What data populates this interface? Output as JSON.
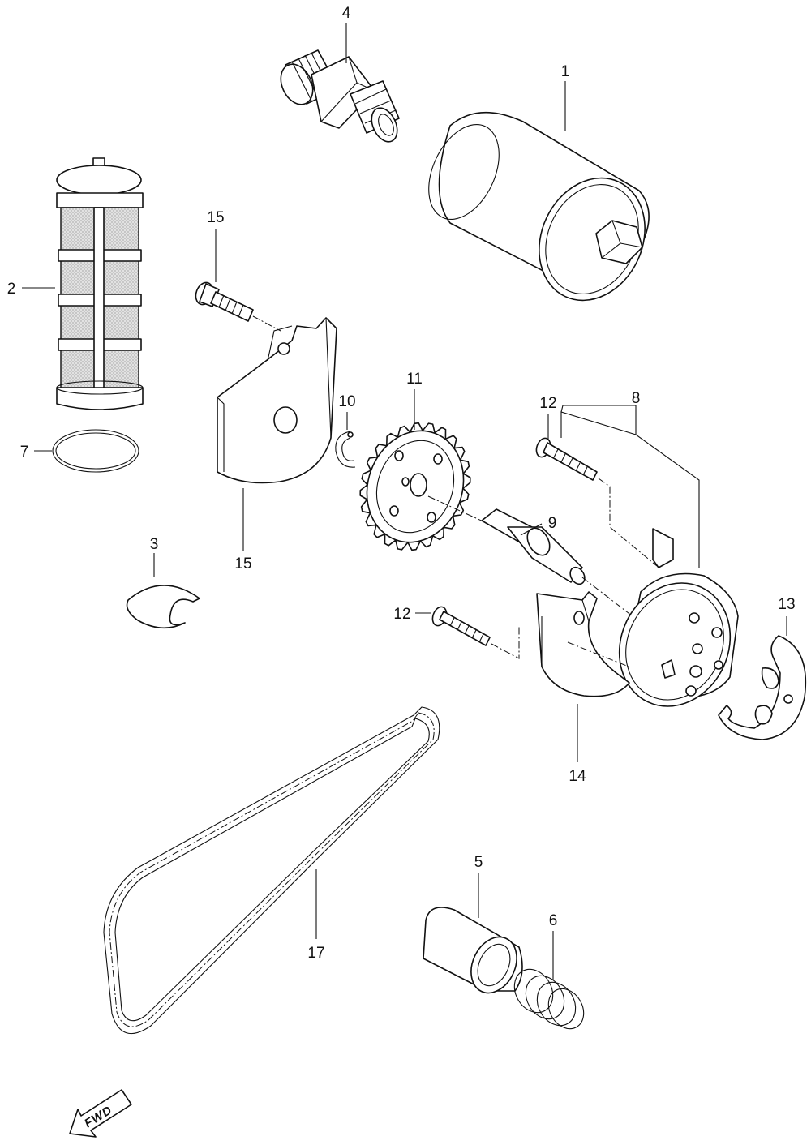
{
  "callouts": [
    {
      "id": "p1",
      "label": "1"
    },
    {
      "id": "p2",
      "label": "2"
    },
    {
      "id": "p3",
      "label": "3"
    },
    {
      "id": "p4",
      "label": "4"
    },
    {
      "id": "p5",
      "label": "5"
    },
    {
      "id": "p6",
      "label": "6"
    },
    {
      "id": "p7",
      "label": "7"
    },
    {
      "id": "p8",
      "label": "8"
    },
    {
      "id": "p9",
      "label": "9"
    },
    {
      "id": "p10",
      "label": "10"
    },
    {
      "id": "p11",
      "label": "11"
    },
    {
      "id": "p12a",
      "label": "12"
    },
    {
      "id": "p12b",
      "label": "12"
    },
    {
      "id": "p13",
      "label": "13"
    },
    {
      "id": "p14",
      "label": "14"
    },
    {
      "id": "p15",
      "label": "15"
    },
    {
      "id": "p16",
      "label": "16"
    },
    {
      "id": "p17",
      "label": "17"
    }
  ],
  "direction_badge": {
    "text": "FWD"
  },
  "colors": {
    "line": "#111111",
    "fill": "#ffffff",
    "mesh": "#e0e0e0"
  }
}
